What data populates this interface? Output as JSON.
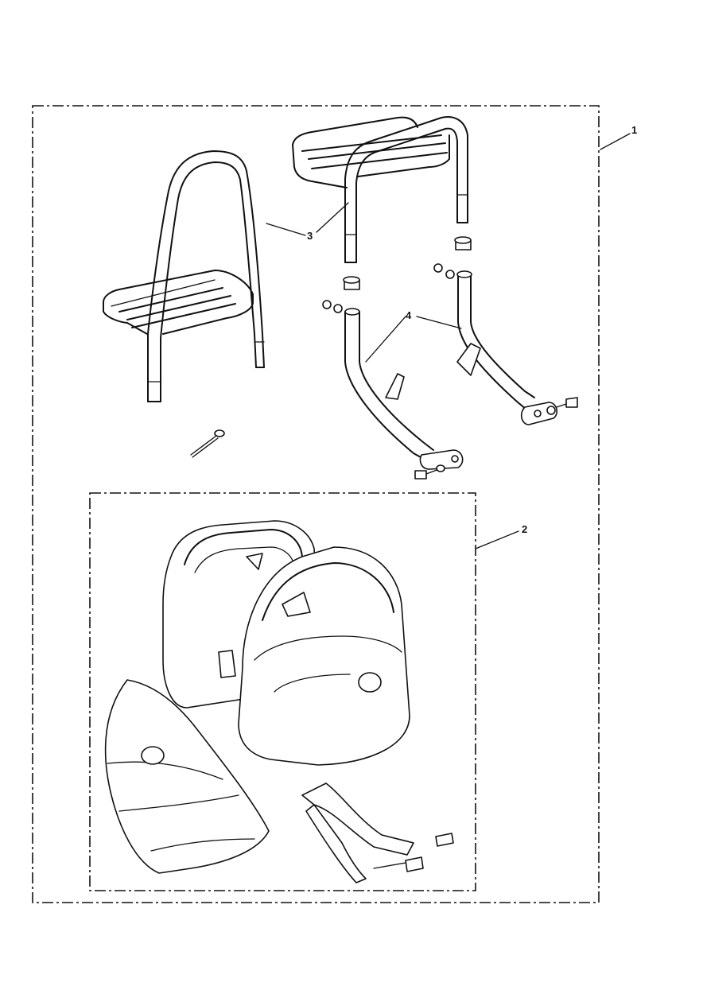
{
  "callouts": {
    "kit": "1",
    "panniers": "2",
    "racks": "3",
    "brackets": "4"
  },
  "colors": {
    "line": "#111111",
    "background": "#ffffff"
  }
}
